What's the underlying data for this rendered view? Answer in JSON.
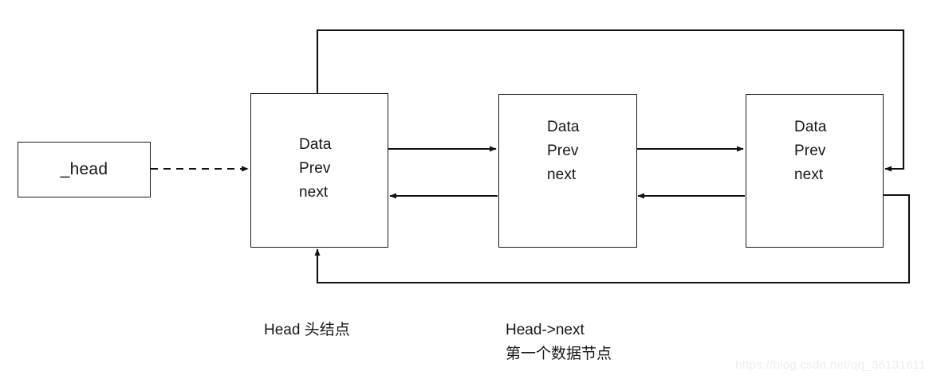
{
  "diagram": {
    "title_semantic": "doubly-circular-linked-list",
    "stroke_color": "#1a1a1a",
    "background_color": "#ffffff",
    "text_color": "#171717",
    "head_pointer": {
      "label": "_head",
      "connector": "dashed-arrow-to-head-node"
    },
    "nodes": [
      {
        "id": "node-1",
        "lines": "Data\nPrev\nnext",
        "line_items": [
          "Data",
          "Prev",
          "next"
        ]
      },
      {
        "id": "node-2",
        "lines": "Data\nPrev\nnext",
        "line_items": [
          "Data",
          "Prev",
          "next"
        ]
      },
      {
        "id": "node-3",
        "lines": "Data\nPrev\nnext",
        "line_items": [
          "Data",
          "Prev",
          "next"
        ]
      }
    ],
    "captions": [
      {
        "id": "caption-head-node",
        "text": "Head 头结点"
      },
      {
        "id": "caption-first-data-node",
        "text": "Head->next\n第一个数据节点"
      }
    ],
    "watermark": "https://blog.csdn.net/qq_36131611"
  }
}
